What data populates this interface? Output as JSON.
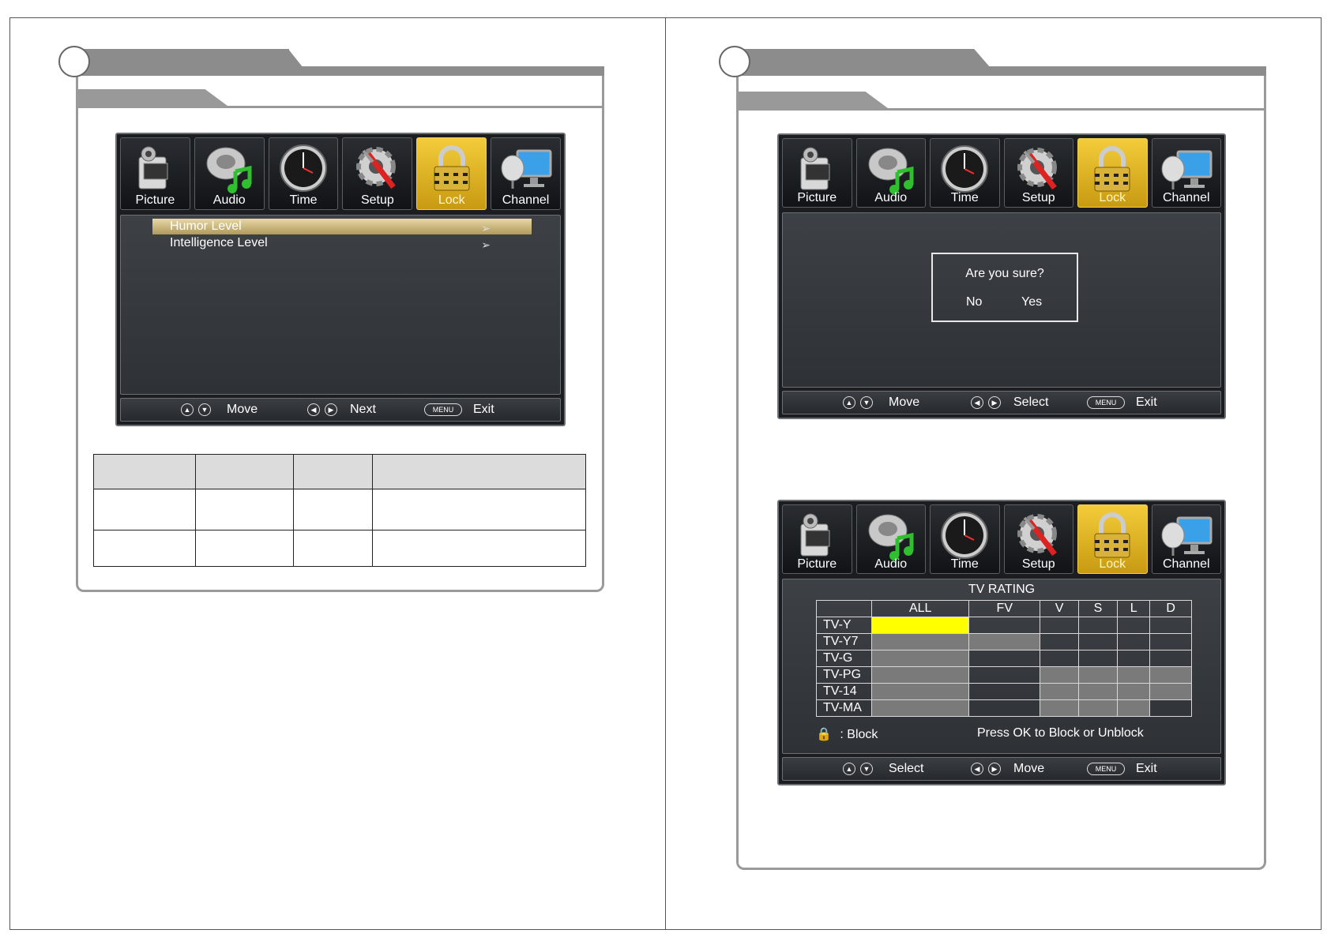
{
  "osd_tabs": [
    {
      "label": "Picture",
      "icon": "camera-icon"
    },
    {
      "label": "Audio",
      "icon": "speaker-music-icon"
    },
    {
      "label": "Time",
      "icon": "clock-icon"
    },
    {
      "label": "Setup",
      "icon": "gear-tools-icon"
    },
    {
      "label": "Lock",
      "icon": "padlock-icon"
    },
    {
      "label": "Channel",
      "icon": "satellite-monitor-icon"
    }
  ],
  "active_tab": "Lock",
  "colors": {
    "accent_gold": "#e8b820",
    "highlight_yellow": "#ffff00",
    "osd_dark": "#2e3236"
  },
  "screen1": {
    "items": [
      {
        "label": "Humor Level",
        "selected": true
      },
      {
        "label": "Intelligence Level",
        "selected": false
      }
    ],
    "footer": {
      "move": "Move",
      "next": "Next",
      "menu_key": "MENU",
      "exit": "Exit"
    }
  },
  "screen2": {
    "dialog": {
      "question": "Are you sure?",
      "no": "No",
      "yes": "Yes"
    },
    "footer": {
      "move": "Move",
      "select": "Select",
      "menu_key": "MENU",
      "exit": "Exit"
    }
  },
  "screen3": {
    "title": "TV RATING",
    "columns": [
      "ALL",
      "FV",
      "V",
      "S",
      "L",
      "D"
    ],
    "rows": [
      {
        "label": "TV-Y",
        "cells": [
          "yellow",
          "none",
          "none",
          "none",
          "none",
          "none"
        ]
      },
      {
        "label": "TV-Y7",
        "cells": [
          "gray",
          "gray",
          "none",
          "none",
          "none",
          "none"
        ]
      },
      {
        "label": "TV-G",
        "cells": [
          "gray",
          "none",
          "none",
          "none",
          "none",
          "none"
        ]
      },
      {
        "label": "TV-PG",
        "cells": [
          "gray",
          "none",
          "gray",
          "gray",
          "gray",
          "gray"
        ]
      },
      {
        "label": "TV-14",
        "cells": [
          "gray",
          "none",
          "gray",
          "gray",
          "gray",
          "gray"
        ]
      },
      {
        "label": "TV-MA",
        "cells": [
          "gray",
          "none",
          "gray",
          "gray",
          "gray",
          "none"
        ]
      }
    ],
    "legend_block": ": Block",
    "instruction": "Press OK to Block or Unblock",
    "footer": {
      "select": "Select",
      "move": "Move",
      "menu_key": "MENU",
      "exit": "Exit"
    }
  }
}
